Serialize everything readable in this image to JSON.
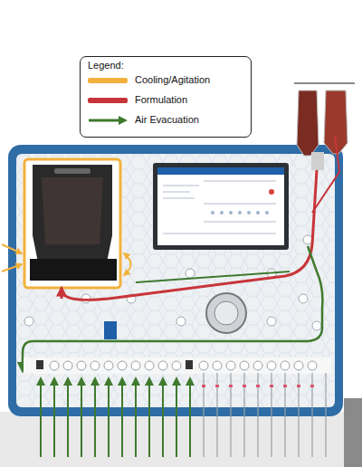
{
  "diagram": {
    "labels": [
      "Legend:"
    ],
    "legend": [
      {
        "text": "Cooling/Agitation",
        "color": "#f2b13d"
      },
      {
        "text": "Formulation",
        "color": "#c7353a"
      },
      {
        "text": "Air Evacuation"
      }
    ]
  }
}
